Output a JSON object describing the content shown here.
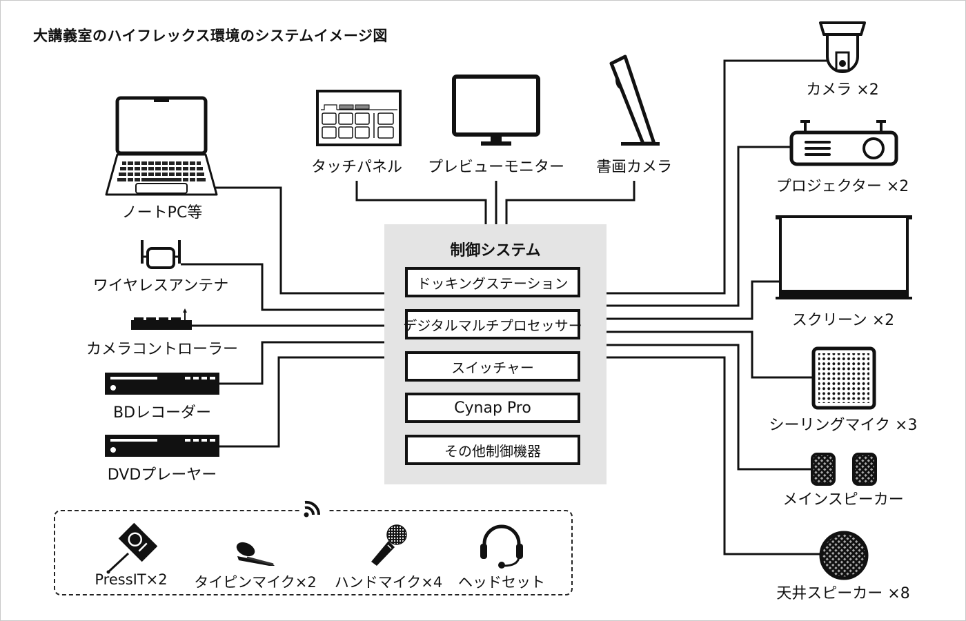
{
  "title": "大講義室のハイフレックス環境のシステムイメージ図",
  "control_system": {
    "title": "制御システム",
    "modules": [
      "ドッキングステーション",
      "デジタルマルチプロセッサー",
      "スイッチャー",
      "Cynap Pro",
      "その他制御機器"
    ]
  },
  "top_devices": [
    {
      "label": "タッチパネル",
      "icon": "touch-panel-icon"
    },
    {
      "label": "プレビューモニター",
      "icon": "monitor-icon"
    },
    {
      "label": "書画カメラ",
      "icon": "document-camera-icon"
    }
  ],
  "left_devices": [
    {
      "label": "ノートPC等",
      "icon": "laptop-icon"
    },
    {
      "label": "ワイヤレスアンテナ",
      "icon": "wireless-antenna-icon"
    },
    {
      "label": "カメラコントローラー",
      "icon": "camera-controller-icon"
    },
    {
      "label": "BDレコーダー",
      "icon": "bd-recorder-icon"
    },
    {
      "label": "DVDプレーヤー",
      "icon": "dvd-player-icon"
    }
  ],
  "right_devices": [
    {
      "label": "カメラ ×2",
      "icon": "ptz-camera-icon"
    },
    {
      "label": "プロジェクター ×2",
      "icon": "projector-icon"
    },
    {
      "label": "スクリーン ×2",
      "icon": "screen-icon"
    },
    {
      "label": "シーリングマイク ×3",
      "icon": "ceiling-mic-icon"
    },
    {
      "label": "メインスピーカー",
      "icon": "main-speaker-icon"
    },
    {
      "label": "天井スピーカー ×8",
      "icon": "ceiling-speaker-icon"
    }
  ],
  "wireless_group": {
    "icon": "wifi-icon",
    "items": [
      {
        "label": "PressIT×2",
        "icon": "pressit-icon"
      },
      {
        "label": "タイピンマイク×2",
        "icon": "lavalier-mic-icon"
      },
      {
        "label": "ハンドマイク×4",
        "icon": "handheld-mic-icon"
      },
      {
        "label": "ヘッドセット",
        "icon": "headset-icon"
      }
    ]
  }
}
